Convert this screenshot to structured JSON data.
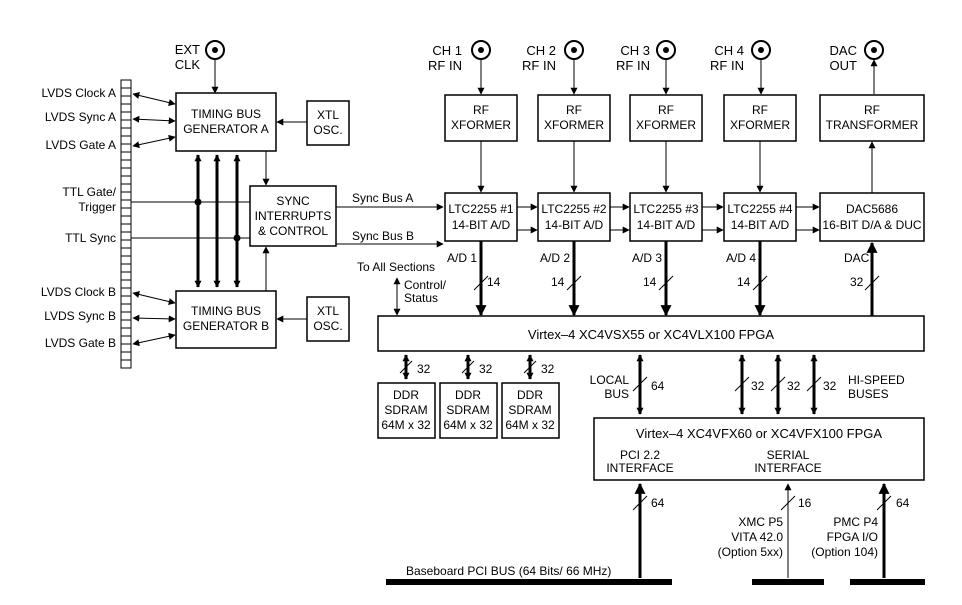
{
  "connectors": {
    "ext_clk": [
      "EXT",
      "CLK"
    ],
    "ch1": [
      "CH 1",
      "RF IN"
    ],
    "ch2": [
      "CH 2",
      "RF IN"
    ],
    "ch3": [
      "CH 3",
      "RF IN"
    ],
    "ch4": [
      "CH 4",
      "RF IN"
    ],
    "dac_out": [
      "DAC",
      "OUT"
    ]
  },
  "left_signals": {
    "lvds_clock_a": "LVDS Clock A",
    "lvds_sync_a": "LVDS Sync A",
    "lvds_gate_a": "LVDS Gate A",
    "ttl_gate": [
      "TTL Gate/",
      "Trigger"
    ],
    "ttl_sync": "TTL Sync",
    "lvds_clock_b": "LVDS Clock B",
    "lvds_sync_b": "LVDS Sync B",
    "lvds_gate_b": "LVDS Gate B"
  },
  "blocks": {
    "timing_a": [
      "TIMING BUS",
      "GENERATOR A"
    ],
    "timing_b": [
      "TIMING BUS",
      "GENERATOR B"
    ],
    "xtl_a": [
      "XTL",
      "OSC."
    ],
    "xtl_b": [
      "XTL",
      "OSC."
    ],
    "sync": [
      "SYNC",
      "INTERRUPTS",
      "& CONTROL"
    ],
    "rf1": [
      "RF",
      "XFORMER"
    ],
    "rf2": [
      "RF",
      "XFORMER"
    ],
    "rf3": [
      "RF",
      "XFORMER"
    ],
    "rf4": [
      "RF",
      "XFORMER"
    ],
    "rf_dac": [
      "RF",
      "TRANSFORMER"
    ],
    "adc1": [
      "LTC2255 #1",
      "14-BIT A/D"
    ],
    "adc2": [
      "LTC2255 #2",
      "14-BIT A/D"
    ],
    "adc3": [
      "LTC2255 #3",
      "14-BIT A/D"
    ],
    "adc4": [
      "LTC2255 #4",
      "14-BIT A/D"
    ],
    "dac": [
      "DAC5686",
      "16-BIT D/A & DUC"
    ],
    "fpga1": "Virtex–4 XC4VSX55 or XC4VLX100 FPGA",
    "fpga2": "Virtex–4 XC4VFX60 or XC4VFX100 FPGA",
    "ddr1": [
      "DDR",
      "SDRAM",
      "64M x 32"
    ],
    "ddr2": [
      "DDR",
      "SDRAM",
      "64M x 32"
    ],
    "ddr3": [
      "DDR",
      "SDRAM",
      "64M x 32"
    ]
  },
  "labels": {
    "sync_bus_a": "Sync Bus A",
    "sync_bus_b": "Sync Bus B",
    "to_all_sections": "To All Sections",
    "control_status": [
      "Control/",
      "Status"
    ],
    "ad1": "A/D 1",
    "ad2": "A/D 2",
    "ad3": "A/D 3",
    "ad4": "A/D 4",
    "dac_bus": "DAC",
    "w14": "14",
    "w32": "32",
    "w64": "64",
    "w16": "16",
    "local_bus": [
      "LOCAL",
      "BUS"
    ],
    "hispeed": [
      "HI-SPEED",
      "BUSES"
    ],
    "pci_iface": [
      "PCI 2.2",
      "INTERFACE"
    ],
    "serial_iface": [
      "SERIAL",
      "INTERFACE"
    ],
    "xmc": [
      "XMC P5",
      "VITA 42.0",
      "(Option 5xx)"
    ],
    "pmc": [
      "PMC P4",
      "FPGA I/O",
      "(Option 104)"
    ],
    "pci_bus": "Baseboard PCI BUS (64 Bits/ 66 MHz)"
  }
}
